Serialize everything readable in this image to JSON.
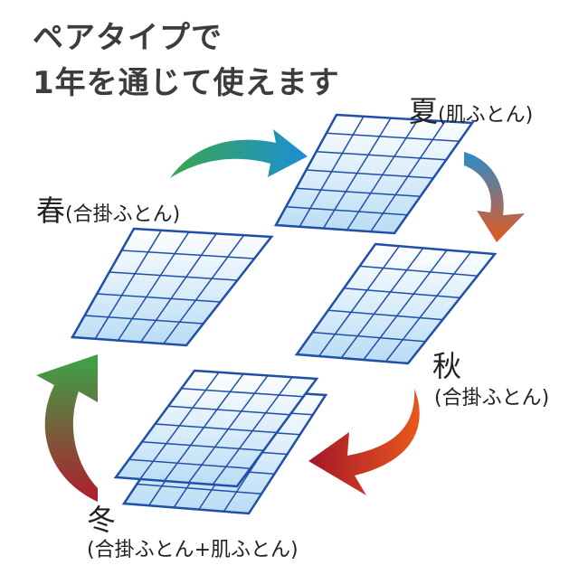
{
  "headline": {
    "line1": "ペアタイプで",
    "line2": "1年を通じて使えます"
  },
  "seasons": {
    "spring": {
      "name": "春",
      "detail": "(合掛ふとん)"
    },
    "summer": {
      "name": "夏",
      "detail": "(肌ふとん)"
    },
    "autumn": {
      "name": "秋",
      "detail": "(合掛ふとん)"
    },
    "winter": {
      "name": "冬",
      "detail": "(合掛ふとん+肌ふとん)"
    }
  },
  "colors": {
    "panel_border": "#1f4fa8",
    "panel_fill_top": "#ffffff",
    "panel_fill_bottom": "#b9dcf5",
    "arrow_green": "#3aa64a",
    "arrow_blue": "#1b8fd6",
    "arrow_orange": "#e8581c",
    "arrow_red": "#b01c2c",
    "headline_text": "#3c3c3c"
  },
  "icons": {
    "cycle_arrows": [
      "arrow-spring-to-summer-icon",
      "arrow-summer-to-autumn-icon",
      "arrow-autumn-to-winter-icon",
      "arrow-winter-to-spring-icon"
    ]
  }
}
